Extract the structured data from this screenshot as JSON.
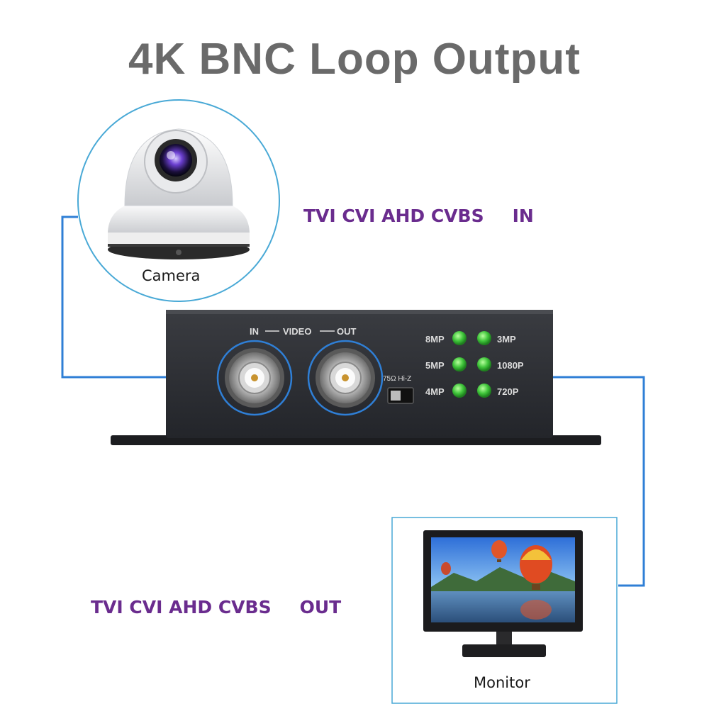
{
  "title": "4K BNC Loop Output",
  "input_signal": {
    "formats": "TVI CVI AHD CVBS",
    "direction": "IN"
  },
  "output_signal": {
    "formats": "TVI CVI AHD CVBS",
    "direction": "OUT"
  },
  "camera": {
    "label": "Camera"
  },
  "monitor": {
    "label": "Monitor"
  },
  "device": {
    "port_in": "IN",
    "port_group": "VIDEO",
    "port_out": "OUT",
    "switch_label": "75Ω Hi-Z",
    "indicators": [
      {
        "label": "8MP",
        "state": "on"
      },
      {
        "label": "3MP",
        "state": "on"
      },
      {
        "label": "5MP",
        "state": "on"
      },
      {
        "label": "1080P",
        "state": "on"
      },
      {
        "label": "4MP",
        "state": "on"
      },
      {
        "label": "720P",
        "state": "on"
      }
    ]
  },
  "colors": {
    "signal_line": "#2f7fd6",
    "text_purple": "#6a2c8e",
    "led_green": "#38c23a",
    "device_body": "#2b2d31"
  }
}
